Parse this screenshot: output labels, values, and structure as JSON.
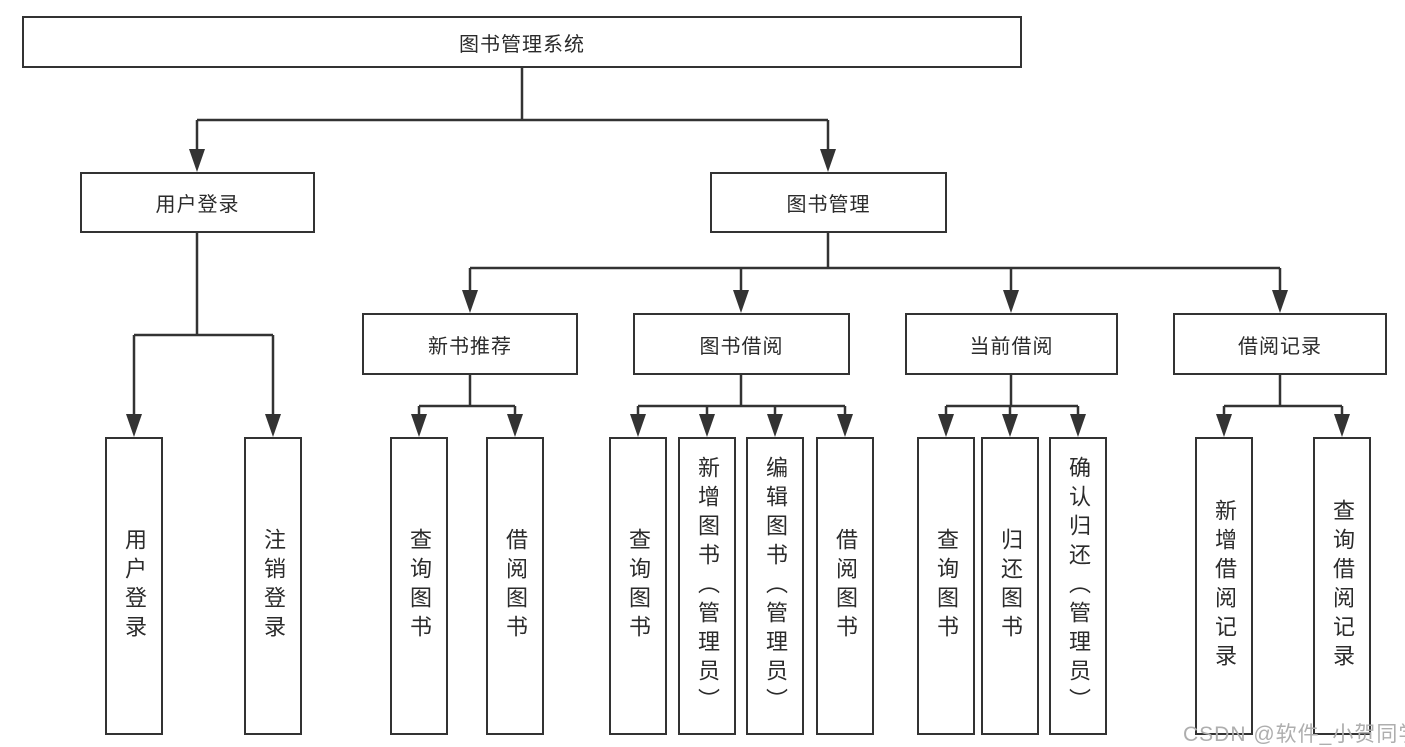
{
  "diagram": {
    "type": "hierarchy-org-chart",
    "style": {
      "box_border_color": "#333333",
      "connector_color": "#333333",
      "text_color": "#2b2b2b",
      "background_color": "#ffffff",
      "watermark_color": "#aeaeae"
    },
    "tree": {
      "label": "图书管理系统",
      "children": [
        {
          "label": "用户登录",
          "children": [
            {
              "label": "用户登录"
            },
            {
              "label": "注销登录"
            }
          ]
        },
        {
          "label": "图书管理",
          "children": [
            {
              "label": "新书推荐",
              "children": [
                {
                  "label": "查询图书"
                },
                {
                  "label": "借阅图书"
                }
              ]
            },
            {
              "label": "图书借阅",
              "children": [
                {
                  "label": "查询图书"
                },
                {
                  "label": "新增图书（管理员）"
                },
                {
                  "label": "编辑图书（管理员）"
                },
                {
                  "label": "借阅图书"
                }
              ]
            },
            {
              "label": "当前借阅",
              "children": [
                {
                  "label": "查询图书"
                },
                {
                  "label": "归还图书"
                },
                {
                  "label": "确认归还（管理员）"
                }
              ]
            },
            {
              "label": "借阅记录",
              "children": [
                {
                  "label": "新增借阅记录"
                },
                {
                  "label": "查询借阅记录"
                }
              ]
            }
          ]
        }
      ]
    },
    "watermark": {
      "text": "CSDN @软件_小贺同学"
    }
  }
}
